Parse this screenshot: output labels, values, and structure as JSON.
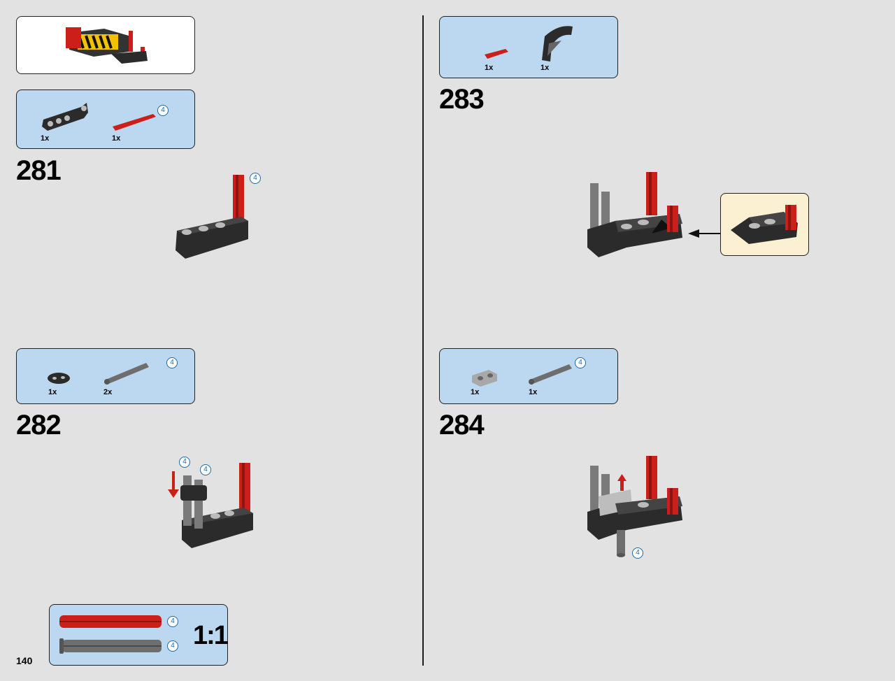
{
  "page": {
    "number": "140"
  },
  "colors": {
    "background": "#e2e2e2",
    "callout_blue": "#bcd7f0",
    "callout_cream": "#fbf0d2",
    "brick_red": "#cc1f1a",
    "brick_dark": "#2b2b2b",
    "brick_gray": "#8a8a8a",
    "length_ring": "#1c6aa8"
  },
  "steps": [
    {
      "number": "281",
      "parts": [
        {
          "qty": "1x"
        },
        {
          "qty": "1x",
          "length": "4"
        }
      ],
      "model_length": "4"
    },
    {
      "number": "282",
      "parts": [
        {
          "qty": "1x"
        },
        {
          "qty": "2x",
          "length": "4"
        }
      ],
      "model_lengths": [
        "4",
        "4"
      ]
    },
    {
      "number": "283",
      "parts": [
        {
          "qty": "1x"
        },
        {
          "qty": "1x"
        }
      ]
    },
    {
      "number": "284",
      "parts": [
        {
          "qty": "1x"
        },
        {
          "qty": "1x",
          "length": "4"
        }
      ],
      "model_length": "4"
    }
  ],
  "ruler": {
    "ratio": "1:1",
    "axles": [
      {
        "length": "4",
        "color": "red"
      },
      {
        "length": "4",
        "color": "gray"
      }
    ]
  }
}
